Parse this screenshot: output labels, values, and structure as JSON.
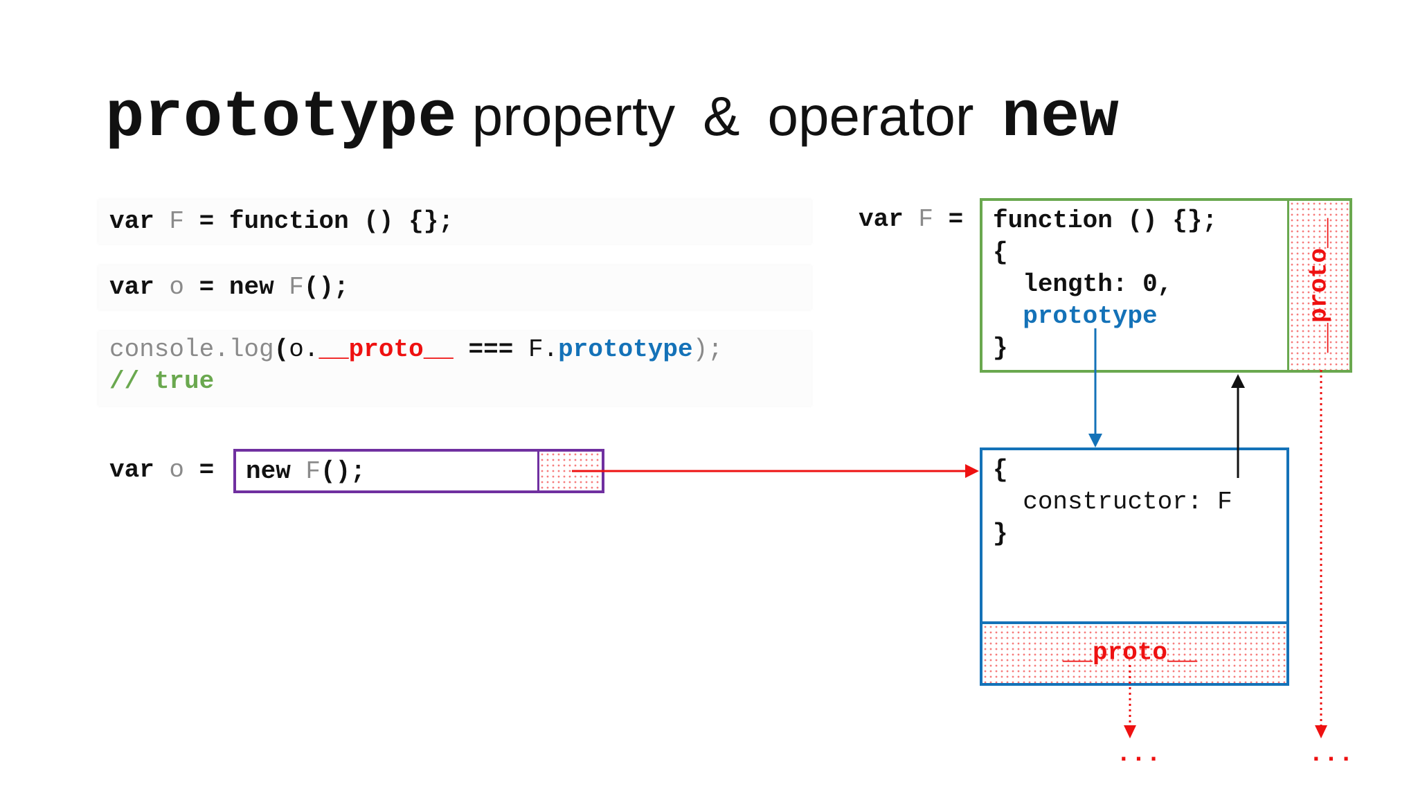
{
  "title": {
    "prototype": "prototype",
    "property": "property",
    "amp": "&",
    "operator": "operator",
    "new": "new"
  },
  "code": {
    "line1": {
      "var": "var",
      "F": "F",
      "eq": "=",
      "function": "function",
      "parens": "()",
      "braces": "{};"
    },
    "line2": {
      "var": "var",
      "o": "o",
      "eq": "=",
      "new": "new",
      "F": "F",
      "call": "()",
      "semi": ";"
    },
    "line3": {
      "console_log": "console.log",
      "open": "(",
      "o": "o.",
      "proto": "__proto__",
      "strict_eq": "===",
      "F": "F.",
      "prototype": "prototype",
      "close": ")",
      "semi": ";"
    },
    "comment": {
      "slashes": "//",
      "true": "true"
    }
  },
  "object_row": {
    "var": "var",
    "o": "o",
    "eq": "=",
    "new": "new",
    "F": "F",
    "call": "()",
    "semi": ";"
  },
  "function_object": {
    "var": "var",
    "F": "F",
    "eq": "=",
    "function": "function",
    "parens": "()",
    "braces": "{};",
    "open_brace": "{",
    "length_key": "length:",
    "length_value": "0,",
    "prototype_key": "prototype",
    "close_brace": "}",
    "proto_label": "__proto__"
  },
  "prototype_object": {
    "open_brace": "{",
    "constructor_key": "constructor:",
    "constructor_value": "F",
    "close_brace": "}",
    "proto_label": "__proto__"
  },
  "ellipsis": [
    "...",
    "..."
  ],
  "colors": {
    "proto_red": "#ee1111",
    "prototype_blue": "#1472b8",
    "comment_green": "#6aa84f",
    "object_purple": "#7030a0",
    "function_green": "#6aa84f",
    "constructor_black": "#111111"
  }
}
